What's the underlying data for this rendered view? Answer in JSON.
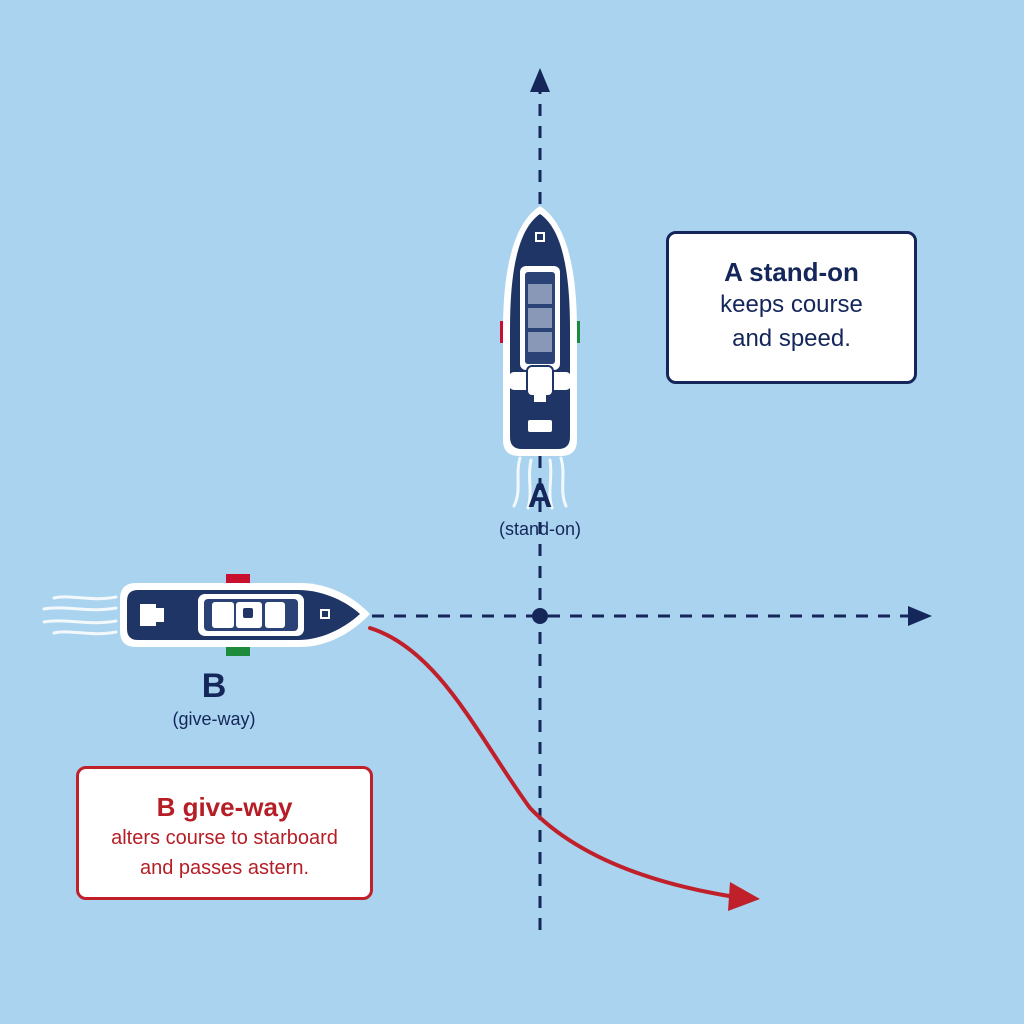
{
  "colors": {
    "water": "#a9d3ee",
    "navy": "#15275a",
    "red_accent": "#c0202a",
    "port_light": "#c8102e",
    "starboard_light": "#1e8a3c",
    "hull": "#1f3566"
  },
  "vessel_a": {
    "letter": "A",
    "role": "(stand-on)",
    "heading": "north"
  },
  "vessel_b": {
    "letter": "B",
    "role": "(give-way)",
    "heading": "east"
  },
  "callout_a": {
    "title": "A stand-on",
    "line1": "keeps course",
    "line2": "and speed."
  },
  "callout_b": {
    "title": "B give-way",
    "line1": "alters course to starboard",
    "line2": "and passes astern."
  },
  "icons": {
    "course_arrow": "arrow-head",
    "crossing_point": "dot"
  }
}
